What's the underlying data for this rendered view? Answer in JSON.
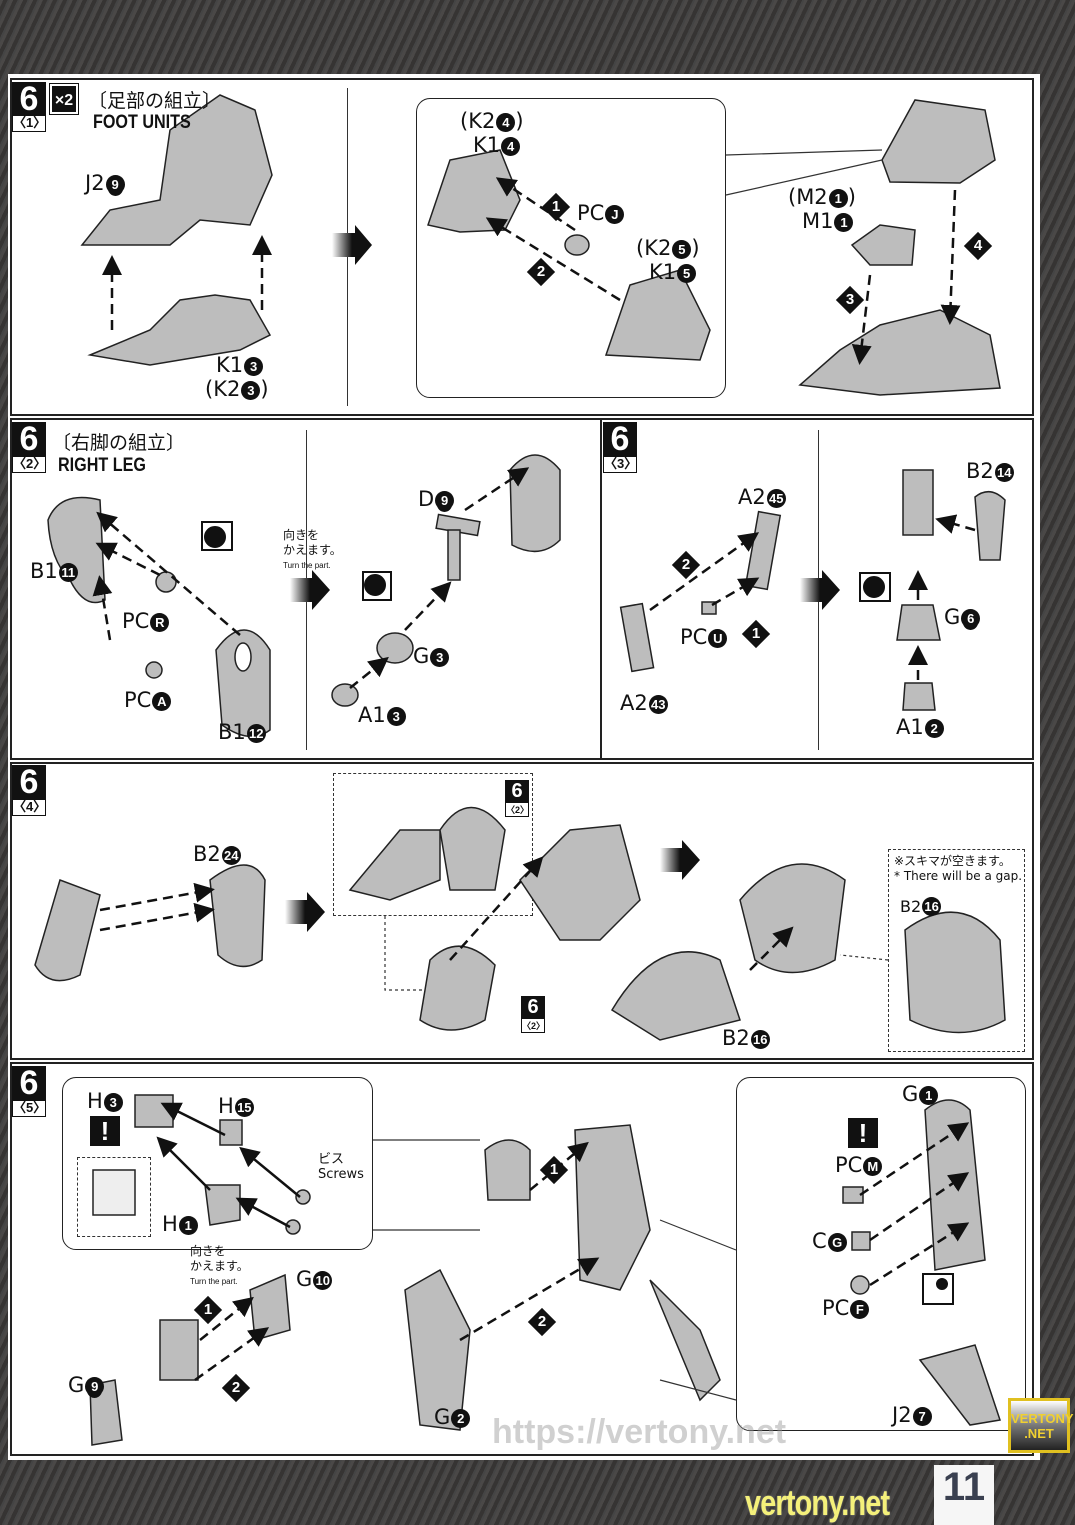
{
  "page_number": "11",
  "watermarks": {
    "site": "vertony.net",
    "logo": "VERTONY .NET",
    "overlay": "https://vertony.net"
  },
  "s1": {
    "step": "6",
    "sub": "〈1〉",
    "qty": "×2",
    "title_jp": "〔足部の組立〕",
    "title_en": "FOOT UNITS",
    "labels": [
      {
        "pre": "J2",
        "num": "9"
      },
      {
        "pre": "K1",
        "num": "3"
      },
      {
        "pre": "(K2",
        "num": "3",
        "post": ")"
      },
      {
        "pre": "(K2",
        "num": "4",
        "post": ")"
      },
      {
        "pre": "K1",
        "num": "4"
      },
      {
        "pre": "PC",
        "num": "J"
      },
      {
        "pre": "(K2",
        "num": "5",
        "post": ")"
      },
      {
        "pre": "K1",
        "num": "5"
      },
      {
        "pre": "(M2",
        "num": "1",
        "post": ")"
      },
      {
        "pre": "M1",
        "num": "1"
      }
    ],
    "steps": [
      "1",
      "2",
      "3",
      "4"
    ]
  },
  "s2": {
    "step": "6",
    "sub": "〈2〉",
    "title_jp": "〔右脚の組立〕",
    "title_en": "RIGHT LEG",
    "labels": [
      {
        "pre": "B1",
        "num": "11"
      },
      {
        "pre": "PC",
        "num": "R"
      },
      {
        "pre": "PC",
        "num": "A"
      },
      {
        "pre": "B1",
        "num": "12"
      },
      {
        "pre": "D",
        "num": "9"
      },
      {
        "pre": "G",
        "num": "3"
      },
      {
        "pre": "A1",
        "num": "3"
      }
    ],
    "turn_note": {
      "jp1": "向きを",
      "jp2": "かえます。",
      "en": "Turn the part."
    }
  },
  "s3": {
    "step": "6",
    "sub": "〈3〉",
    "labels": [
      {
        "pre": "A2",
        "num": "45"
      },
      {
        "pre": "PC",
        "num": "U"
      },
      {
        "pre": "A2",
        "num": "43"
      },
      {
        "pre": "B2",
        "num": "14"
      },
      {
        "pre": "G",
        "num": "6"
      },
      {
        "pre": "A1",
        "num": "2"
      }
    ],
    "steps": [
      "2",
      "1"
    ]
  },
  "s4": {
    "step": "6",
    "sub": "〈4〉",
    "labels": [
      {
        "pre": "B2",
        "num": "24"
      },
      {
        "pre": "B2",
        "num": "16"
      },
      {
        "pre": "B2",
        "num": "16"
      }
    ],
    "ref": {
      "step": "6",
      "sub": "〈2〉"
    },
    "gap_note": {
      "jp": "※スキマが空きます。",
      "en": "* There will be a gap."
    }
  },
  "s5": {
    "step": "6",
    "sub": "〈5〉",
    "labels": [
      {
        "pre": "H",
        "num": "3"
      },
      {
        "pre": "H",
        "num": "15"
      },
      {
        "pre": "H",
        "num": "1"
      },
      {
        "pre": "G",
        "num": "10"
      },
      {
        "pre": "G",
        "num": "9"
      },
      {
        "pre": "G",
        "num": "2"
      },
      {
        "pre": "G",
        "num": "1"
      },
      {
        "pre": "PC",
        "num": "M"
      },
      {
        "pre": "C",
        "num": "G"
      },
      {
        "pre": "PC",
        "num": "F"
      },
      {
        "pre": "J2",
        "num": "7"
      }
    ],
    "screws_jp": "ビス",
    "screws_en": "Screws",
    "turn_note": {
      "jp1": "向きを",
      "jp2": "かえます。",
      "en": "Turn the part."
    },
    "steps": [
      "1",
      "2",
      "1",
      "2"
    ],
    "warning": "!"
  },
  "colors": {
    "part_fill": "#bdbdbd",
    "ink": "#111111",
    "watermark": "#f4f07a"
  }
}
